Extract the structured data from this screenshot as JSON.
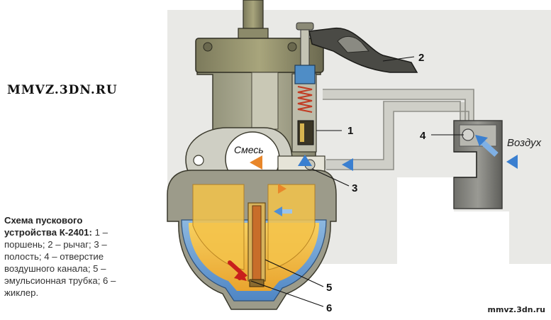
{
  "watermark_text": "MMVZ.3DN.RU",
  "site_url": "mmvz.3dn.ru",
  "caption": {
    "title": "Схема пускового устройства К-2401:",
    "body": "1 – поршень; 2 – рычаг; 3 – полость; 4 – отверстие воздушного канала; 5 – эмульсионная трубка; 6 – жиклер."
  },
  "flow_labels": {
    "mixture": "Смесь",
    "air": "Воздух"
  },
  "callouts": [
    "1",
    "2",
    "3",
    "4",
    "5",
    "6"
  ],
  "colors": {
    "body_metal": "#9a9a86",
    "fuel": "#f0b43a",
    "float_chamber": "#6f9fd0",
    "air_arrow": "#4f8fd6",
    "mixture_arrow": "#e8922c",
    "jet_arrow": "#c8201c"
  }
}
